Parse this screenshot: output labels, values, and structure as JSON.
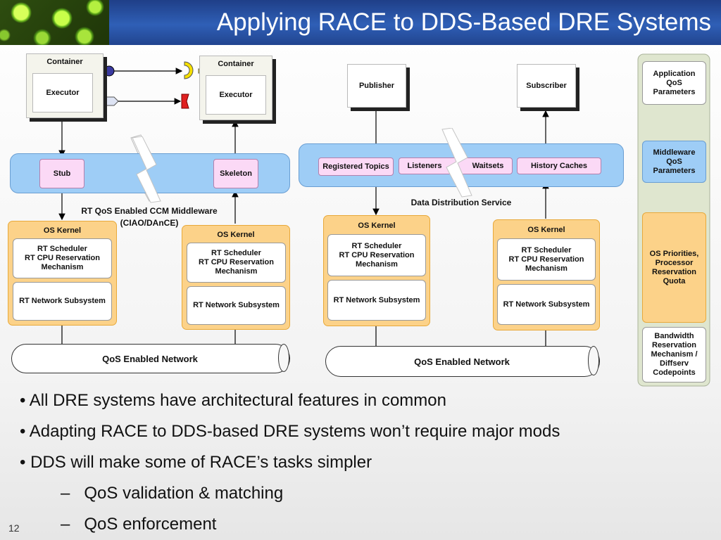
{
  "slide": {
    "title": "Applying RACE to DDS-Based DRE Systems",
    "number": "12"
  },
  "left_system": {
    "container_left": {
      "label": "Container",
      "inner": "Executor"
    },
    "container_right": {
      "label": "Container",
      "inner": "Executor"
    },
    "stub": "Stub",
    "skeleton": "Skeleton",
    "middleware_label_line1": "RT QoS Enabled CCM Middleware",
    "middleware_label_line2": "(CIAO/DAnCE)",
    "kernel_left": {
      "title": "OS Kernel",
      "sched": [
        "RT Scheduler",
        "RT CPU Reservation",
        "Mechanism"
      ],
      "net": "RT Network Subsystem"
    },
    "kernel_right": {
      "title": "OS Kernel",
      "sched": [
        "RT Scheduler",
        "RT CPU Reservation",
        "Mechanism"
      ],
      "net": "RT Network Subsystem"
    },
    "network": "QoS Enabled Network"
  },
  "right_system": {
    "publisher": "Publisher",
    "subscriber": "Subscriber",
    "registered_topics": "Registered Topics",
    "listeners": "Listeners",
    "waitsets": "Waitsets",
    "history_caches": "History Caches",
    "dds_label": "Data Distribution Service",
    "kernel_left": {
      "title": "OS Kernel",
      "sched": [
        "RT Scheduler",
        "RT CPU Reservation",
        "Mechanism"
      ],
      "net": "RT Network Subsystem"
    },
    "kernel_right": {
      "title": "OS Kernel",
      "sched": [
        "RT Scheduler",
        "RT CPU Reservation",
        "Mechanism"
      ],
      "net": "RT Network Subsystem"
    },
    "network": "QoS Enabled Network"
  },
  "parameters_panel": {
    "app_qos": [
      "Application",
      "QoS",
      "Parameters"
    ],
    "mw_qos": [
      "Middleware",
      "QoS",
      "Parameters"
    ],
    "os": [
      "OS Priorities,",
      "Processor",
      "Reservation",
      "Quota"
    ],
    "bandwidth": [
      "Bandwidth",
      "Reservation",
      "Mechanism /",
      "Diffserv",
      "Codepoints"
    ]
  },
  "bullets": [
    "All DRE systems have architectural features in common",
    "Adapting RACE to DDS-based DRE systems won’t require major mods",
    "DDS will make some of RACE’s tasks simpler"
  ],
  "sub_bullets": [
    "QoS validation & matching",
    "QoS enforcement"
  ],
  "colors": {
    "header_blue": "#2f5fb6",
    "middleware_blue": "#9ecdf6",
    "kernel_orange": "#fcd289",
    "pink_button": "#fbd9f6",
    "panel_green": "#dfe6cf"
  }
}
